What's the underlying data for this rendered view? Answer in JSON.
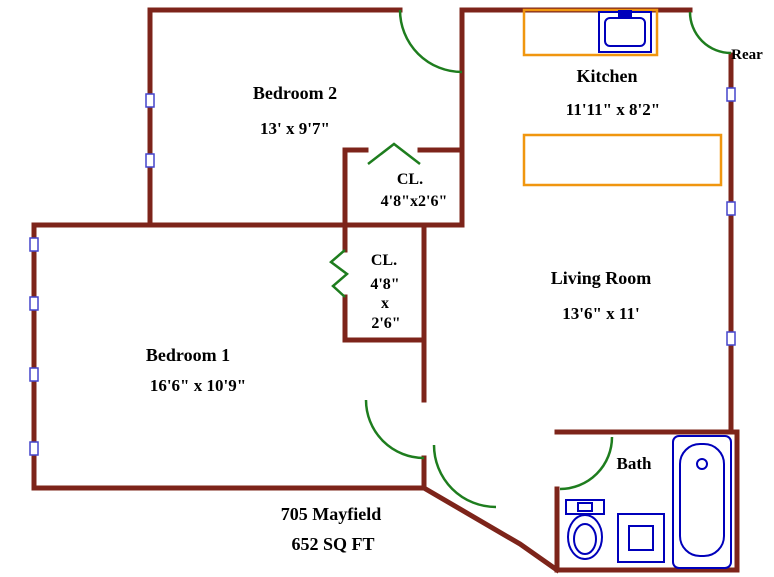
{
  "colors": {
    "wall": "#7d241a",
    "door": "#1e7d1e",
    "fixture": "#0000bb",
    "counter": "#f0960f",
    "window": "#4444cc",
    "text": "#000000"
  },
  "rooms": {
    "bedroom2": {
      "name": "Bedroom 2",
      "dims": "13' x 9'7\""
    },
    "kitchen": {
      "name": "Kitchen",
      "dims": "11'11\" x 8'2\""
    },
    "living": {
      "name": "Living Room",
      "dims": "13'6\" x 11'"
    },
    "bedroom1": {
      "name": "Bedroom 1",
      "dims": "16'6\" x 10'9\""
    },
    "bath": {
      "name": "Bath"
    },
    "closet_upper": {
      "name": "CL.",
      "dims": "4'8\"x2'6\""
    },
    "closet_lower": {
      "name": "CL.",
      "dims_line1": "4'8\"",
      "dims_line2": "x",
      "dims_line3": "2'6\""
    }
  },
  "labels": {
    "rear": "Rear"
  },
  "footer": {
    "address": "705 Mayfield",
    "area": "652 SQ FT"
  }
}
